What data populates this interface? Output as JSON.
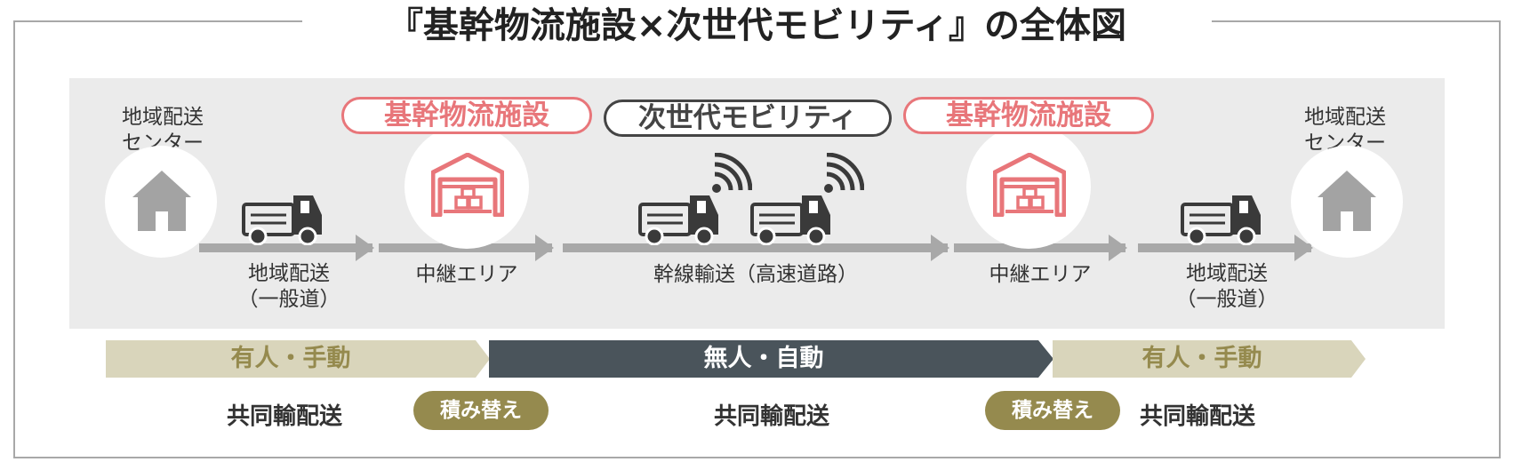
{
  "title": "『基幹物流施設×次世代モビリティ』の全体図",
  "colors": {
    "accent_red": "#e8767a",
    "dark": "#4a545b",
    "beige": "#d9d5bb",
    "olive": "#958a4e",
    "gray": "#a3a3a3",
    "truck": "#3a3a3a"
  },
  "nodes": {
    "left_center": "地域配送\nセンター",
    "right_center": "地域配送\nセンター"
  },
  "pills": {
    "facility_left": "基幹物流施設",
    "mobility": "次世代モビリティ",
    "facility_right": "基幹物流施設"
  },
  "segments": {
    "local_left": "地域配送\n（一般道）",
    "relay_left": "中継エリア",
    "trunk": "幹線輸送（高速道路）",
    "relay_right": "中継エリア",
    "local_right": "地域配送\n（一般道）"
  },
  "bands": {
    "left": "有人・手動",
    "middle": "無人・自動",
    "right": "有人・手動"
  },
  "bottom": {
    "shared_left": "共同輸配送",
    "transfer_left": "積み替え",
    "shared_middle": "共同輸配送",
    "transfer_right": "積み替え",
    "shared_right": "共同輸配送"
  },
  "icons": [
    "house-icon",
    "truck-icon",
    "warehouse-icon",
    "wireless-signal-icon",
    "arrow-right-icon"
  ]
}
